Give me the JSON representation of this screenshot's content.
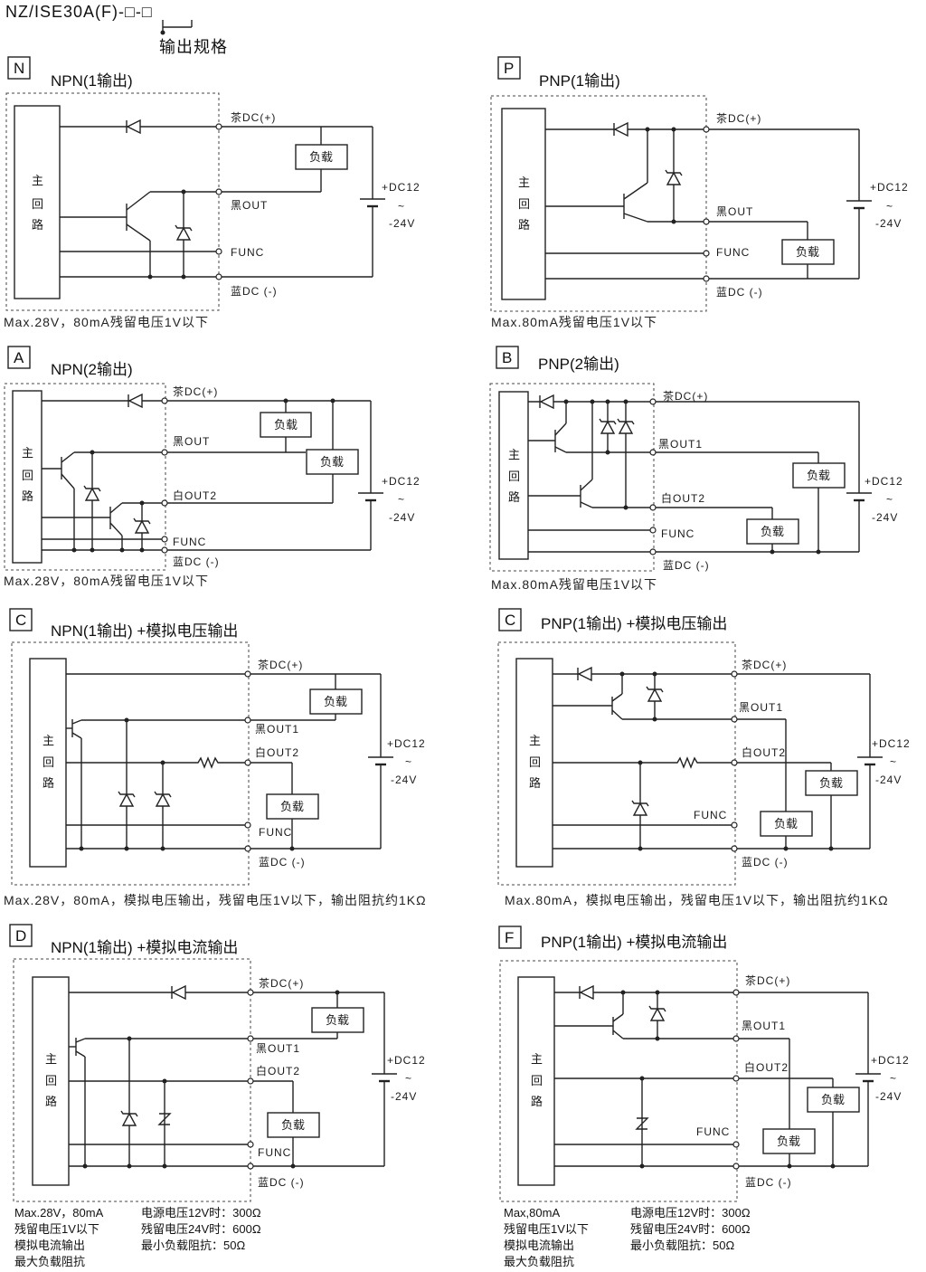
{
  "header": {
    "model": "NZ/ISE30A(F)-□-□",
    "output_spec_label": "输出规格"
  },
  "labels": {
    "brown": "茶DC(+)",
    "black_out": "黑OUT",
    "black_out1": "黑OUT1",
    "white_out2": "白OUT2",
    "func": "FUNC",
    "blue": "蓝DC (-)",
    "load": "负载",
    "dc_top": "+DC12",
    "dc_tilde": "~",
    "dc_bottom": "-24V",
    "main_1": "主",
    "main_2": "回",
    "main_3": "路"
  },
  "panels": [
    {
      "id": "N",
      "title": "NPN(1输出)",
      "note": "Max.28V，80mA残留电压1V以下"
    },
    {
      "id": "P",
      "title": "PNP(1输出)",
      "note": "Max.80mA残留电压1V以下"
    },
    {
      "id": "A",
      "title": "NPN(2输出)",
      "note": "Max.28V，80mA残留电压1V以下"
    },
    {
      "id": "B",
      "title": "PNP(2输出)",
      "note": "Max.80mA残留电压1V以下"
    },
    {
      "id": "C",
      "title": "NPN(1输出) +模拟电压输出",
      "note": "Max.28V，80mA，模拟电压输出，残留电压1V以下，输出阻抗约1KΩ"
    },
    {
      "id": "C",
      "title": "PNP(1输出) +模拟电压输出",
      "note": "Max.80mA，模拟电压输出，残留电压1V以下，输出阻抗约1KΩ"
    },
    {
      "id": "D",
      "title": "NPN(1输出) +模拟电流输出",
      "note_lines": [
        "Max.28V，80mA",
        "残留电压1V以下",
        "模拟电流输出",
        "最大负载阻抗"
      ],
      "spec_lines": [
        "电源电压12V时：300Ω",
        "残留电压24V时：600Ω",
        "最小负载阻抗：50Ω"
      ]
    },
    {
      "id": "F",
      "title": "PNP(1输出) +模拟电流输出",
      "note_lines": [
        "Max,80mA",
        "残留电压1V以下",
        "模拟电流输出",
        "最大负载阻抗"
      ],
      "spec_lines": [
        "电源电压12V时：300Ω",
        "残留电压24V时：600Ω",
        "最小负载阻抗：50Ω"
      ]
    }
  ]
}
